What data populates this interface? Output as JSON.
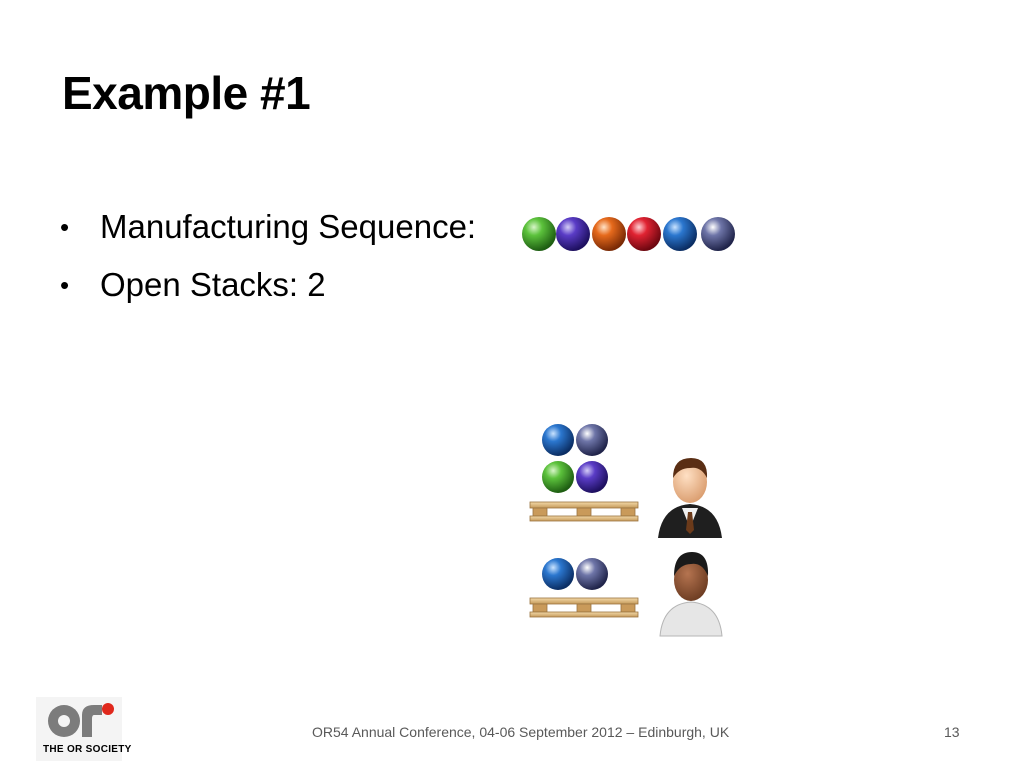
{
  "slide": {
    "title": "Example #1",
    "bullets": [
      {
        "text": "Manufacturing Sequence:"
      },
      {
        "text": "Open Stacks: 2"
      }
    ]
  },
  "sequence": {
    "items": [
      "green-sphere",
      "purple-sphere",
      "orange-sphere",
      "red-sphere",
      "blue-sphere",
      "slate-sphere"
    ],
    "colors": [
      "#3f9a2e",
      "#4a2f9e",
      "#d2571a",
      "#c8202e",
      "#1e5fae",
      "#535a8c"
    ]
  },
  "stacks": [
    {
      "spheres_top": [
        "blue-sphere",
        "slate-sphere"
      ],
      "spheres_bottom": [
        "green-sphere",
        "purple-sphere"
      ],
      "worker": "businessman-icon"
    },
    {
      "spheres_top": [
        "blue-sphere",
        "slate-sphere"
      ],
      "spheres_bottom": [],
      "worker": "worker-icon"
    }
  ],
  "footer": {
    "text": "OR54 Annual Conference, 04-06 September 2012 – Edinburgh, UK",
    "page": "13",
    "logo_caption": "THE OR SOCIETY",
    "logo_text": "or"
  }
}
